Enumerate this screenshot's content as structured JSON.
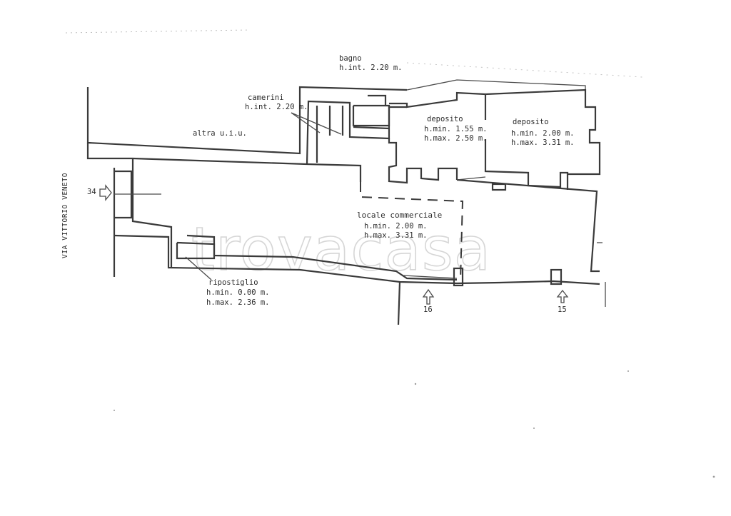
{
  "watermark": "trovacasa",
  "street": "VIA VITTORIO VENETO",
  "entrances": {
    "left": "34",
    "mid": "16",
    "right": "15"
  },
  "rooms": {
    "bagno": {
      "name": "bagno",
      "h1": "h.int. 2.20 m."
    },
    "camerini": {
      "name": "camerini",
      "h1": "h.int. 2.20 m."
    },
    "altra": {
      "name": "altra u.i.u."
    },
    "deposito1": {
      "name": "deposito",
      "h1": "h.min. 1.55 m.",
      "h2": "h.max. 2.50 m."
    },
    "deposito2": {
      "name": "deposito",
      "h1": "h.min. 2.00 m.",
      "h2": "h.max. 3.31 m."
    },
    "locale": {
      "name": "locale commerciale",
      "h1": "h.min. 2.00 m.",
      "h2": "h.max. 3.31 m."
    },
    "ripostiglio": {
      "name": "ripostiglio",
      "h1": "h.min. 0.00 m.",
      "h2": "h.max. 2.36 m."
    }
  }
}
